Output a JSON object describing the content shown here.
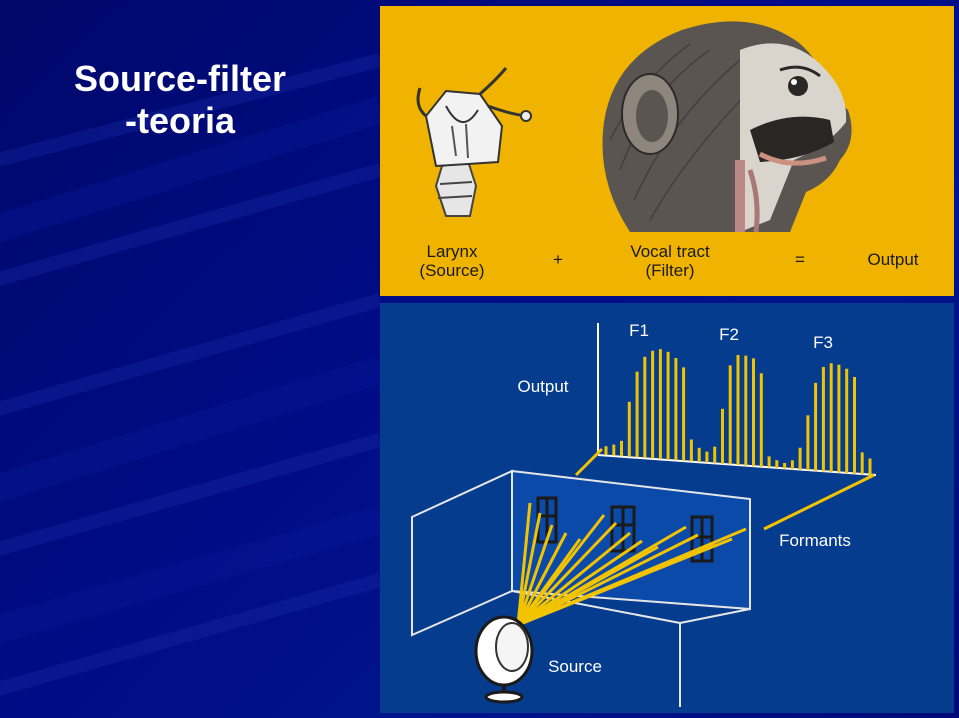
{
  "slide": {
    "title_line1": "Source-filter",
    "title_line2": "-teoria"
  },
  "top_panel": {
    "larynx_label": "Larynx",
    "larynx_sub": "(Source)",
    "plus": "+",
    "vocal_tract_label": "Vocal tract",
    "vocal_tract_sub": "(Filter)",
    "equals": "=",
    "output_label": "Output"
  },
  "bottom_panel": {
    "output_label": "Output",
    "formants": [
      "F1",
      "F2",
      "F3"
    ],
    "formants_label": "Formants",
    "source_label": "Source",
    "harmonics": [
      0.08,
      0.1,
      0.14,
      0.5,
      0.78,
      0.92,
      0.98,
      1.0,
      0.98,
      0.93,
      0.85,
      0.2,
      0.13,
      0.1,
      0.15,
      0.5,
      0.9,
      1.0,
      1.0,
      0.98,
      0.85,
      0.1,
      0.07,
      0.05,
      0.08,
      0.2,
      0.5,
      0.8,
      0.95,
      0.99,
      0.98,
      0.95,
      0.88,
      0.2,
      0.15
    ],
    "colors": {
      "beam": "#f2c300",
      "panel_bg": "#053c8e",
      "top_bg": "#f0b400"
    }
  }
}
